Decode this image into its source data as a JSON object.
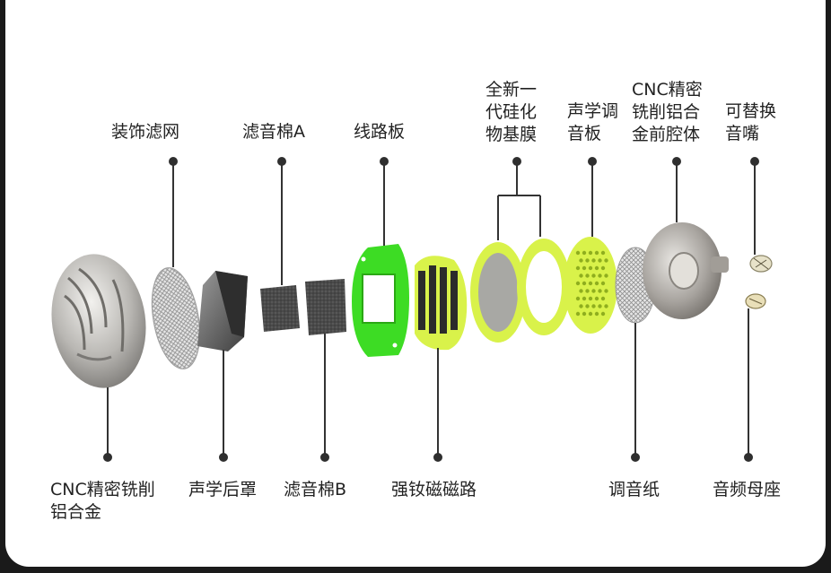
{
  "labels": {
    "top": {
      "decor_mesh": "装饰滤网",
      "foam_a": "滤音棉A",
      "pcb": "线路板",
      "diaphragm": "全新一\n代硅化\n物基膜",
      "acoustic_plate": "声学调\n音板",
      "front_cavity": "CNC精密\n铣削铝合\n金前腔体",
      "nozzle": "可替换\n音嘴"
    },
    "bottom": {
      "shell": "CNC精密铣削\n铝合金",
      "rear_cover": "声学后罩",
      "foam_b": "滤音棉B",
      "magnet": "强钕磁磁路",
      "damping_paper": "调音纸",
      "socket": "音频母座"
    }
  },
  "colors": {
    "pcb_green": "#3ddc24",
    "lime": "#d9f24a",
    "metal": "#b8b6b2",
    "leader": "#333333"
  }
}
